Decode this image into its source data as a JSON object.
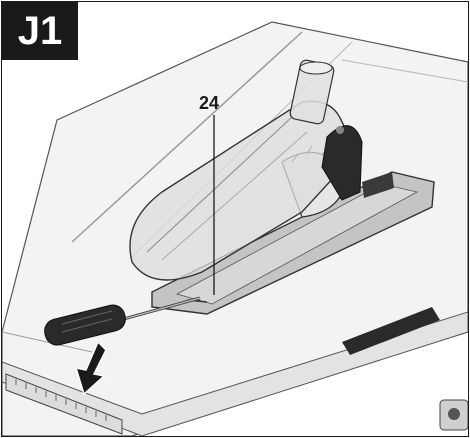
{
  "figure": {
    "label": "J1",
    "callouts": [
      {
        "id": "riving-knife-plate",
        "label": "24"
      }
    ]
  },
  "colors": {
    "ink": "#1a1a1a",
    "table_fill": "#f1f1f1",
    "guard_fill": "#d6d6d6",
    "plate_fill": "#bfbfbf",
    "dark_part": "#2a2a2a",
    "arrow_fill": "#1a1a1a"
  },
  "icons": {
    "arrow": "downward-pointing-arrow",
    "tool": "screwdriver-icon"
  }
}
